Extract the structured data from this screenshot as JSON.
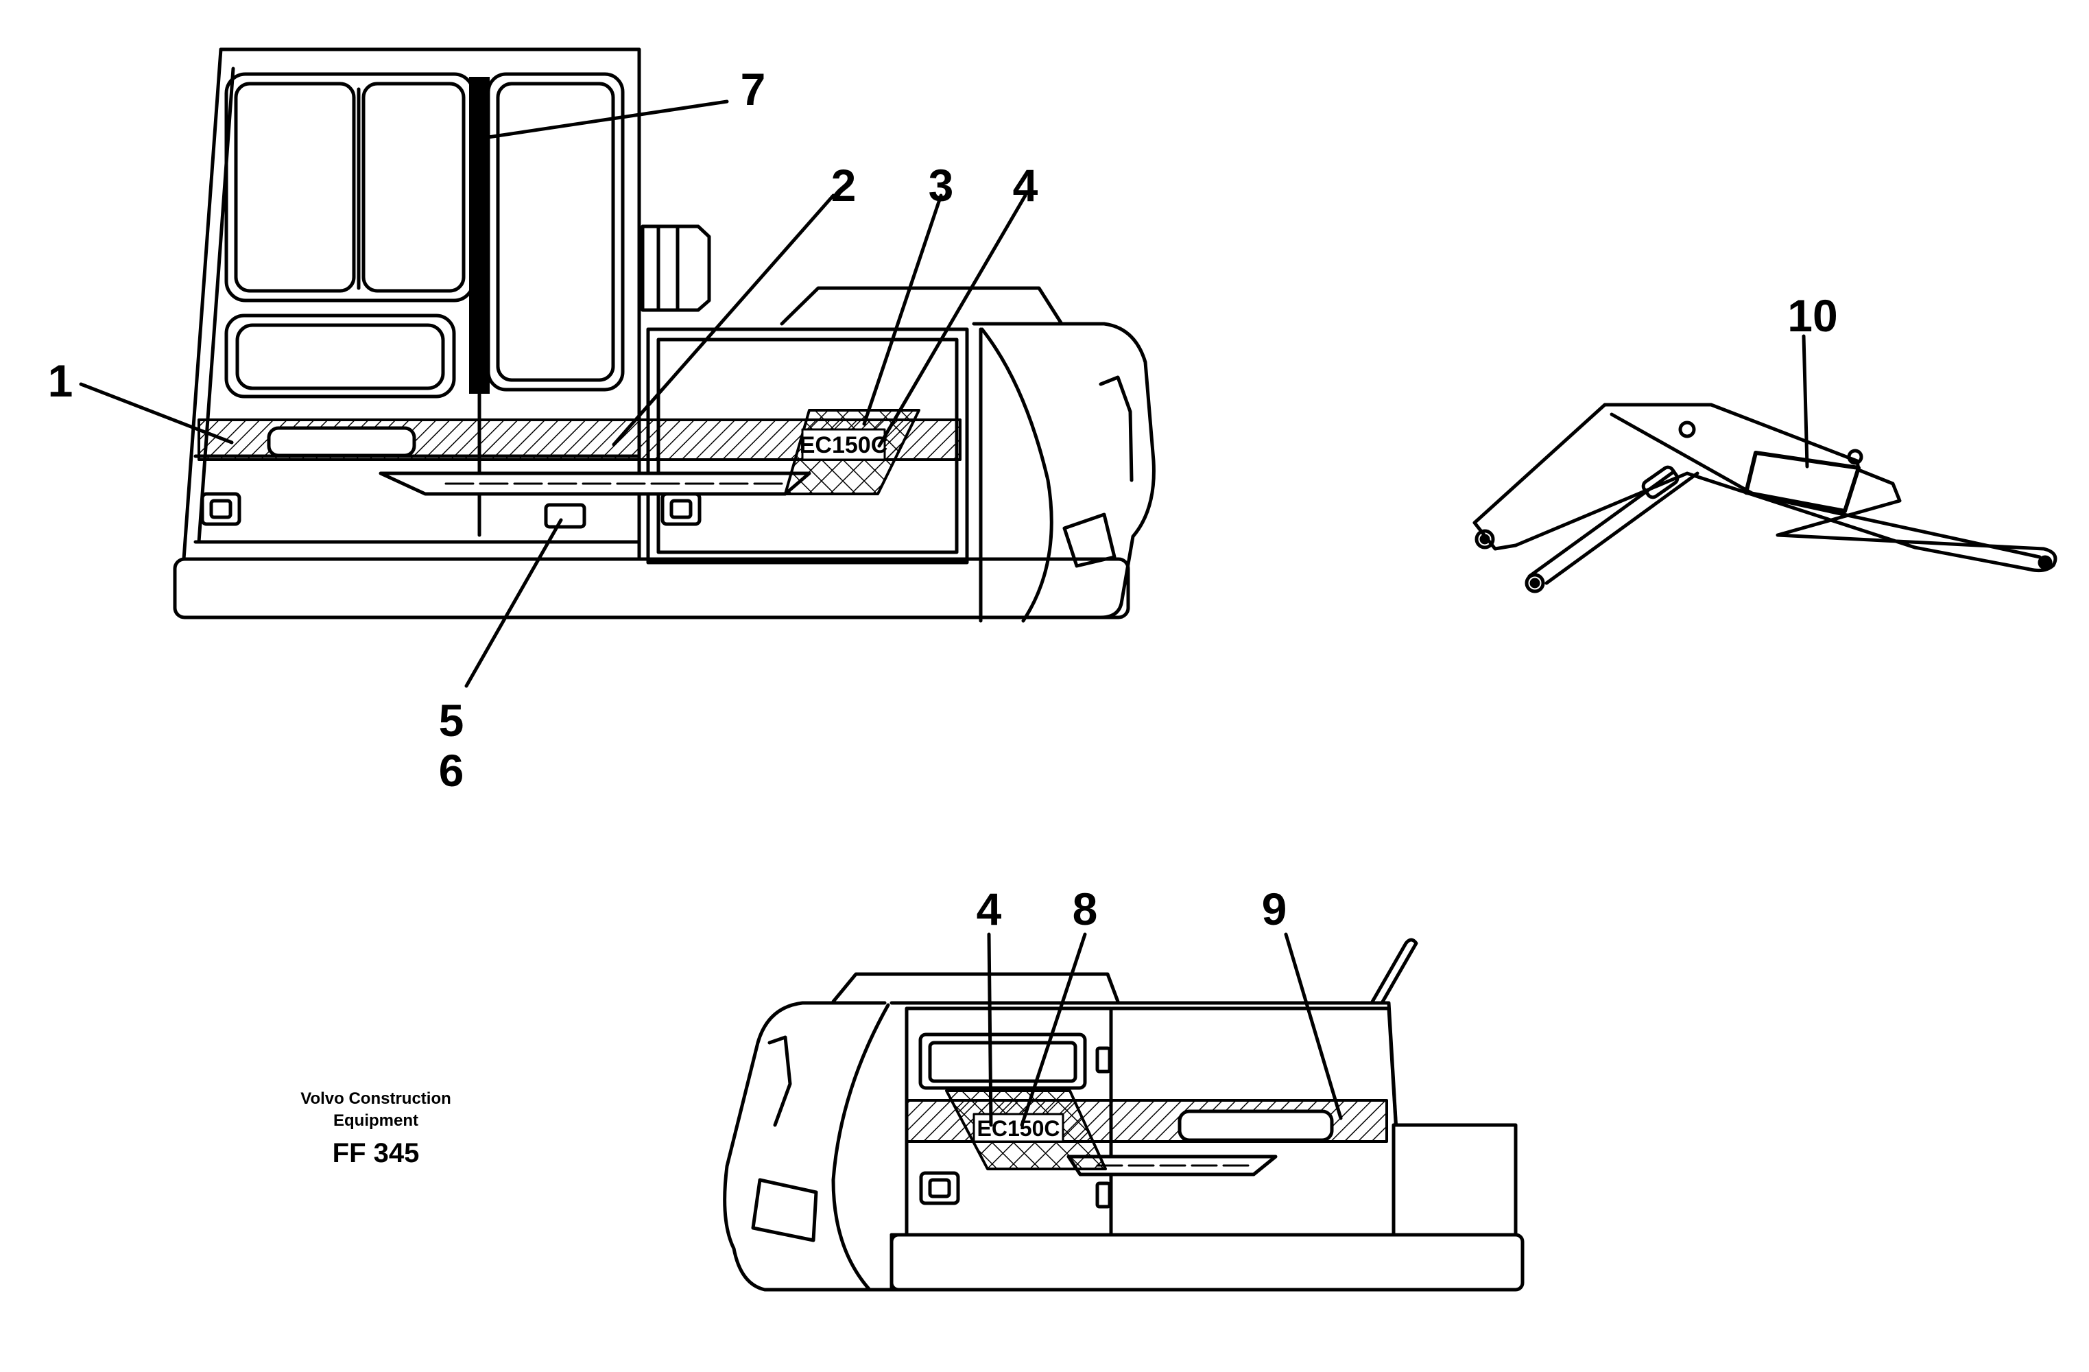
{
  "callouts": {
    "c1": "1",
    "c2": "2",
    "c3": "3",
    "c4": "4",
    "c5": "5",
    "c6": "6",
    "c7": "7",
    "c8": "8",
    "c9": "9",
    "c10": "10",
    "c4b": "4"
  },
  "decal_text": "EC150C",
  "caption": {
    "line1": "Volvo Construction",
    "line2": "Equipment",
    "code": "FF 345"
  },
  "colors": {
    "ink": "#000000",
    "paper": "#ffffff"
  }
}
